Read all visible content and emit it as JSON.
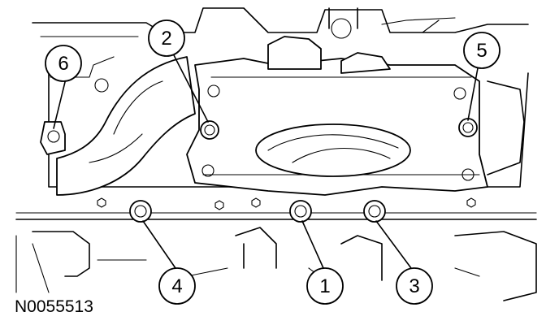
{
  "figure": {
    "reference_id": "N0055513",
    "callouts": [
      {
        "id": "c1",
        "label": "1",
        "icon": "numbered-callout-circle"
      },
      {
        "id": "c2",
        "label": "2",
        "icon": "numbered-callout-circle"
      },
      {
        "id": "c3",
        "label": "3",
        "icon": "numbered-callout-circle"
      },
      {
        "id": "c4",
        "label": "4",
        "icon": "numbered-callout-circle"
      },
      {
        "id": "c5",
        "label": "5",
        "icon": "numbered-callout-circle"
      },
      {
        "id": "c6",
        "label": "6",
        "icon": "numbered-callout-circle"
      }
    ],
    "colors": {
      "ink": "#000000",
      "paper": "#ffffff"
    }
  }
}
